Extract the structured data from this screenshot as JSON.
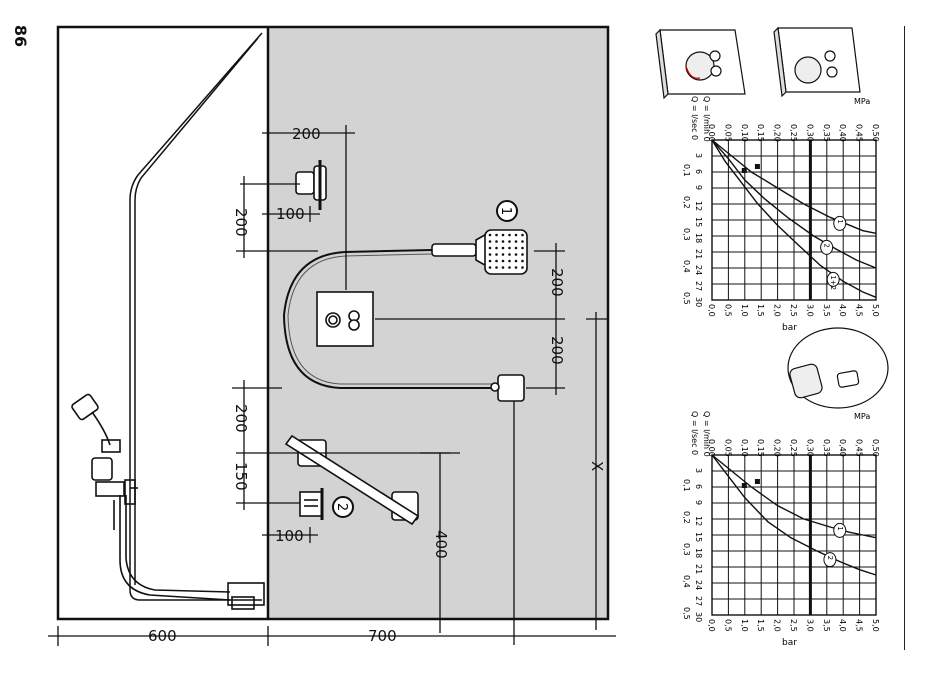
{
  "page_number": "86",
  "installation": {
    "dims": {
      "d600": "600",
      "d700": "700",
      "d200_top": "200",
      "d200_left_upper": "200",
      "d100_upper": "100",
      "d200_right_upper": "200",
      "d200_right_lower": "200",
      "d200_left_lower": "200",
      "d150": "150",
      "d100_lower": "100",
      "d400": "400",
      "dX": "X"
    },
    "callouts": {
      "one": "1",
      "two": "2"
    }
  },
  "chart_top": {
    "mpa_unit": "MPa",
    "bar_unit": "bar",
    "q_lmin_label": "Q = l/min 0",
    "q_lsec_label": "Q = l/sec 0",
    "mpa_ticks": [
      "0,00",
      "0,05",
      "0,10",
      "0,15",
      "0,20",
      "0,25",
      "0,30",
      "0,35",
      "0,40",
      "0,45",
      "0,50"
    ],
    "bar_ticks": [
      "0,0",
      "0,5",
      "1,0",
      "1,5",
      "2,0",
      "2,5",
      "3,0",
      "3,5",
      "4,0",
      "4,5",
      "5,0"
    ],
    "lmin_ticks": [
      "3",
      "6",
      "9",
      "12",
      "15",
      "18",
      "21",
      "24",
      "27",
      "30"
    ],
    "lsec_ticks": [
      "0,1",
      "0,2",
      "0,3",
      "0,4",
      "0,5"
    ],
    "curve_labels": [
      "1",
      "2",
      "1+2"
    ]
  },
  "chart_bottom": {
    "mpa_unit": "MPa",
    "bar_unit": "bar",
    "q_lmin_label": "Q = l/min 0",
    "q_lsec_label": "Q = l/sec 0",
    "mpa_ticks": [
      "0,00",
      "0,05",
      "0,10",
      "0,15",
      "0,20",
      "0,25",
      "0,30",
      "0,35",
      "0,40",
      "0,45",
      "0,50"
    ],
    "bar_ticks": [
      "0,0",
      "0,5",
      "1,0",
      "1,5",
      "2,0",
      "2,5",
      "3,0",
      "3,5",
      "4,0",
      "4,5",
      "5,0"
    ],
    "lmin_ticks": [
      "3",
      "6",
      "9",
      "12",
      "15",
      "18",
      "21",
      "24",
      "27",
      "30"
    ],
    "lsec_ticks": [
      "0,1",
      "0,2",
      "0,3",
      "0,4",
      "0,5"
    ],
    "curve_labels": [
      "1",
      "2"
    ]
  }
}
